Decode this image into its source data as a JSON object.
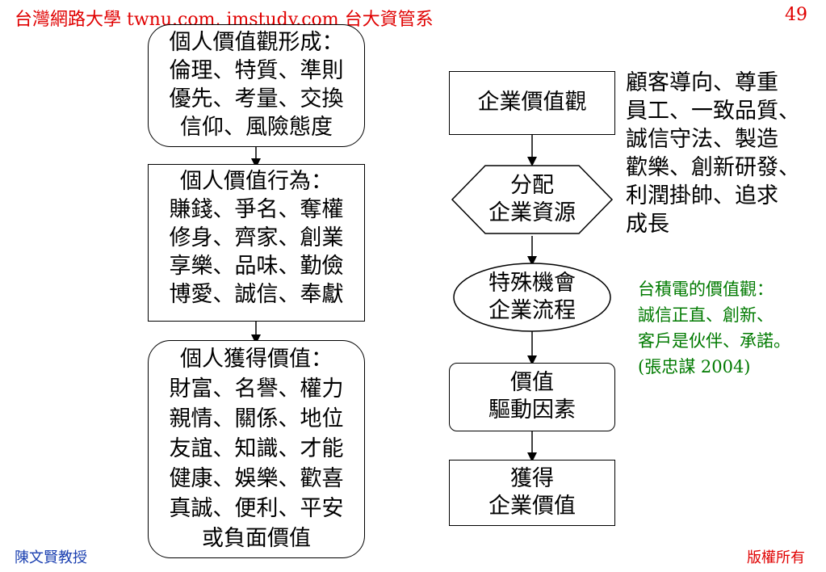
{
  "header": {
    "title": "台灣網路大學 twnu.com, imstudy.com 台大資管系",
    "page_number": "49"
  },
  "footer": {
    "author": "陳文賢教授",
    "copyright": "版權所有"
  },
  "left_column": [
    {
      "lines": [
        "個人價值觀形成：",
        "倫理、特質、準則",
        "優先、考量、交換",
        "信仰、風險態度"
      ]
    },
    {
      "lines": [
        "個人價值行為：",
        "賺錢、爭名、奪權",
        "修身、齊家、創業",
        "享樂、品味、勤儉",
        "博愛、誠信、奉獻"
      ]
    },
    {
      "lines": [
        "個人獲得價值：",
        "財富、名譽、權力",
        "親情、關係、地位",
        "友誼、知識、才能",
        "健康、娛樂、歡喜",
        "真誠、便利、平安",
        "或負面價值"
      ]
    }
  ],
  "right_column": [
    {
      "lines": [
        "企業價值觀"
      ]
    },
    {
      "lines": [
        "分配",
        "企業資源"
      ]
    },
    {
      "lines": [
        "特殊機會",
        "企業流程"
      ]
    },
    {
      "lines": [
        "價值",
        "驅動因素"
      ]
    },
    {
      "lines": [
        "獲得",
        "企業價值"
      ]
    }
  ],
  "side_note": {
    "lines": [
      "顧客導向、尊重",
      "員工、一致品質、",
      "誠信守法、製造",
      "歡樂、創新研發、",
      "利潤掛帥、追求",
      "成長"
    ]
  },
  "tsmc_note": {
    "lines": [
      "台積電的價值觀：",
      "誠信正直、創新、",
      "客戶是伙伴、承諾。",
      "(張忠謀 2004)"
    ]
  },
  "colors": {
    "header": "#e00000",
    "footer_left": "#1a3fb0",
    "footer_right": "#e00000",
    "tsmc_note": "#007a00"
  }
}
